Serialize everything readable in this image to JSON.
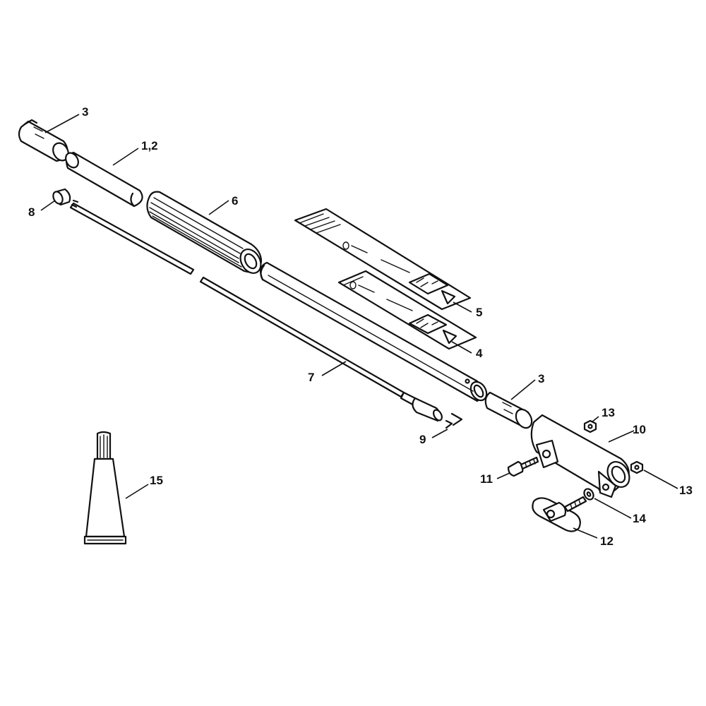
{
  "diagram": {
    "callouts": [
      {
        "id": "c3a",
        "text": "3"
      },
      {
        "id": "c12",
        "text": "1,2"
      },
      {
        "id": "c8",
        "text": "8"
      },
      {
        "id": "c6",
        "text": "6"
      },
      {
        "id": "c5",
        "text": "5"
      },
      {
        "id": "c4",
        "text": "4"
      },
      {
        "id": "c7",
        "text": "7"
      },
      {
        "id": "c3b",
        "text": "3"
      },
      {
        "id": "c9",
        "text": "9"
      },
      {
        "id": "c13a",
        "text": "13"
      },
      {
        "id": "c10",
        "text": "10"
      },
      {
        "id": "c11",
        "text": "11"
      },
      {
        "id": "c13b",
        "text": "13"
      },
      {
        "id": "c14",
        "text": "14"
      },
      {
        "id": "c12b",
        "text": "12"
      },
      {
        "id": "c15",
        "text": "15"
      }
    ]
  }
}
